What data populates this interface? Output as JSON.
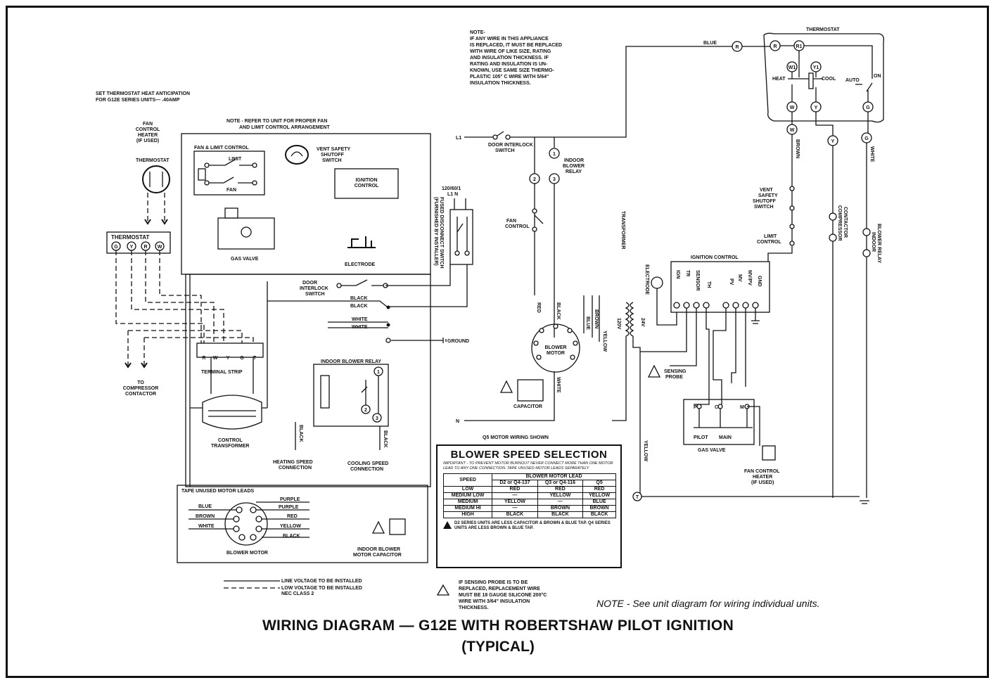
{
  "title": {
    "line1": "WIRING DIAGRAM — G12E WITH ROBERTSHAW PILOT IGNITION",
    "line2": "(TYPICAL)"
  },
  "note_individual": "NOTE - See unit diagram for wiring individual units.",
  "top_note": [
    "NOTE-",
    "IF ANY WIRE IN THIS APPLIANCE",
    "IS REPLACED, IT MUST BE REPLACED",
    "WITH WIRE OF LIKE SIZE, RATING",
    "AND INSULATION THICKNESS. IF",
    "RATING AND INSULATION IS UN-",
    "KNOWN, USE SAME SIZE THERMO-",
    "PLASTIC 105° C WIRE WITH 5/64\"",
    "INSULATION THICKNESS."
  ],
  "anticipation_note": [
    "SET THERMOSTAT HEAT ANTICIPATION",
    "FOR G12E SERIES UNITS— .40AMP"
  ],
  "unit_note": [
    "NOTE - REFER TO UNIT FOR PROPER FAN",
    "AND LIMIT CONTROL ARRANGEMENT"
  ],
  "labels": {
    "fan_control_heater": [
      "FAN",
      "CONTROL",
      "HEATER",
      "(IF USED)"
    ],
    "thermostat": "THERMOSTAT",
    "fan_limit_control": "FAN & LIMIT CONTROL",
    "limit": "LIMIT",
    "fan": "FAN",
    "vent_safety": [
      "VENT SAFETY",
      "SHUTOFF",
      "SWITCH"
    ],
    "ignition_control": [
      "IGNITION",
      "CONTROL"
    ],
    "gas_valve": "GAS VALVE",
    "electrode": "ELECTRODE",
    "door_interlock": [
      "DOOR",
      "INTERLOCK",
      "SWITCH"
    ],
    "black": "BLACK",
    "white": "WHITE",
    "ground": "GROUND",
    "fused_disconnect": [
      "FUSED DISCONNECT SWITCH",
      "(FURNISHED BY INSTALLER)"
    ],
    "supply": [
      "120/60/1",
      "L1     N"
    ],
    "terminal_strip": "TERMINAL STRIP",
    "terminals": [
      "R",
      "W",
      "Y",
      "G",
      "T"
    ],
    "thermostat_terms": [
      "G",
      "Y",
      "R",
      "W"
    ],
    "to_compressor": [
      "TO",
      "COMPRESSOR",
      "CONTACTOR"
    ],
    "indoor_blower_relay": "INDOOR BLOWER RELAY",
    "control_transformer": [
      "CONTROL",
      "TRANSFORMER"
    ],
    "heating_speed": [
      "HEATING SPEED",
      "CONNECTION"
    ],
    "cooling_speed": [
      "COOLING SPEED",
      "CONNECTION"
    ],
    "tape_unused": "TAPE UNUSED MOTOR LEADS",
    "motor_leads_left": [
      "BLUE",
      "BROWN",
      "WHITE"
    ],
    "motor_leads_right": [
      "PURPLE",
      "PURPLE",
      "RED",
      "YELLOW",
      "BLACK"
    ],
    "blower_motor": "BLOWER MOTOR",
    "indoor_blower_motor_capacitor": [
      "INDOOR BLOWER",
      "MOTOR CAPACITOR"
    ],
    "legend_line": [
      "LINE VOLTAGE TO BE INSTALLED",
      "LOW VOLTAGE TO BE INSTALLED",
      "NEC CLASS 2"
    ],
    "door_interlock_switch_r": [
      "DOOR INTERLOCK",
      "SWITCH"
    ],
    "indoor_blower_relay_r": [
      "INDOOR",
      "BLOWER",
      "RELAY"
    ],
    "fan_control_r": [
      "FAN",
      "CONTROL"
    ],
    "red": "RED",
    "blue": "BLUE",
    "brown": "BROWN",
    "yellow": "YELLOW",
    "blower_motor_r": [
      "BLOWER",
      "MOTOR"
    ],
    "capacitor": "CAPACITOR",
    "q5_motor": "Q5 MOTOR WIRING SHOWN",
    "transformer": "TRANSFORMER",
    "volts": [
      "24V",
      "120V"
    ],
    "ignition_control_r": "IGNITION CONTROL",
    "ign_terms": [
      "IGN",
      "TR",
      "SENSOR",
      "TH",
      "PV",
      "MV",
      "MV/PV",
      "GND"
    ],
    "sensing_probe": [
      "SENSING",
      "PROBE"
    ],
    "gas_valve_r": "GAS VALVE",
    "valve_terms": [
      "P",
      "C",
      "M"
    ],
    "pilot": "PILOT",
    "main": "MAIN",
    "fan_control_heater_r": [
      "FAN CONTROL",
      "HEATER",
      "(IF USED)"
    ],
    "thermostat_top": "THERMOSTAT",
    "tstat_terms": [
      "R",
      "R1",
      "W1",
      "Y1",
      "W",
      "Y",
      "G"
    ],
    "heat": "HEAT",
    "cool": "COOL",
    "auto": "AUTO",
    "on": "ON",
    "vent_safety_r": [
      "VENT",
      "SAFETY",
      "SHUTOFF",
      "SWITCH"
    ],
    "limit_control": [
      "LIMIT",
      "CONTROL"
    ],
    "compressor_contactor": [
      "COMPRESSOR",
      "CONTACTOR"
    ],
    "indoor_blower_relay_v": [
      "INDOOR",
      "BLOWER RELAY"
    ],
    "l1": "L1",
    "n": "N",
    "t": "T",
    "bottom_note": [
      "IF SENSING PROBE IS TO BE",
      "REPLACED, REPLACEMENT WIRE",
      "MUST BE 18 GAUGE SILICONE 200°C",
      "WIRE WITH 3/64\" INSULATION",
      "THICKNESS."
    ]
  },
  "blower_speed_selection": {
    "title": "BLOWER SPEED SELECTION",
    "important": "IMPORTANT - TO PREVENT MOTOR BURNOUT NEVER CONNECT MORE THAN ONE MOTOR LEAD TO ANY ONE CONNECTION. TAPE UNUSED MOTOR LEADS SEPARATELY",
    "header_group": "BLOWER MOTOR LEAD",
    "columns": [
      "SPEED",
      "D2 or Q4-137",
      "Q3 or Q4-116",
      "Q5"
    ],
    "rows": [
      [
        "LOW",
        "RED",
        "RED",
        "RED"
      ],
      [
        "MEDIUM LOW",
        "—",
        "YELLOW",
        "YELLOW"
      ],
      [
        "MEDIUM",
        "YELLOW",
        "—",
        "BLUE"
      ],
      [
        "MEDIUM HI",
        "—",
        "BROWN",
        "BROWN"
      ],
      [
        "HIGH",
        "BLACK",
        "BLACK",
        "BLACK"
      ]
    ],
    "footnote": "D2 SERIES UNITS ARE LESS CAPACITOR & BROWN & BLUE TAP. Q4 SERIES UNITS ARE LESS BROWN & BLUE TAP."
  }
}
